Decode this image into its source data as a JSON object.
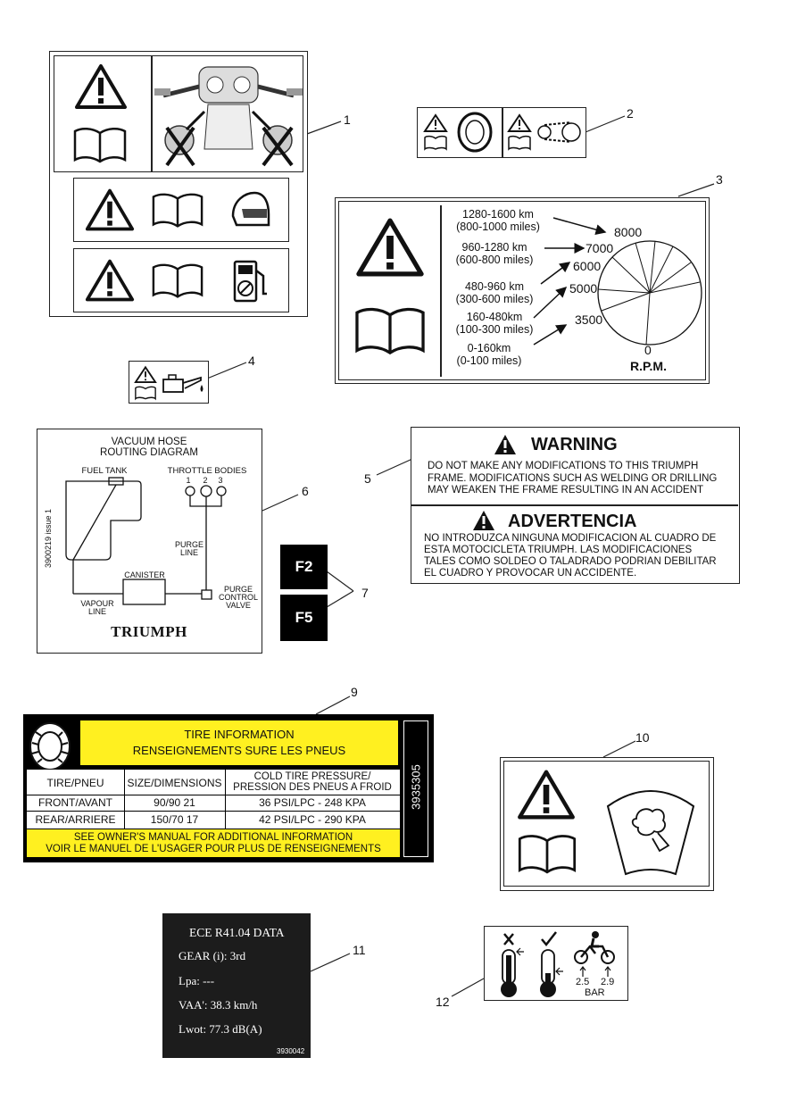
{
  "callouts": [
    "1",
    "2",
    "3",
    "4",
    "5",
    "6",
    "7",
    "9",
    "10",
    "11",
    "12"
  ],
  "rpm_label": {
    "ranges": [
      {
        "km": "1280-1600 km",
        "miles": "(800-1000 miles)",
        "rpm": "8000"
      },
      {
        "km": "960-1280 km",
        "miles": "(600-800 miles)",
        "rpm": "7000"
      },
      {
        "km": "480-960 km",
        "miles": "(300-600 miles)",
        "rpm": "6000"
      },
      {
        "km": "160-480km",
        "miles": "(100-300 miles)",
        "rpm": "5000"
      },
      {
        "km": "0-160km",
        "miles": "(0-100 miles)",
        "rpm": "3500"
      }
    ],
    "zero": "0",
    "unit": "R.P.M."
  },
  "warning_label": {
    "en_title": "WARNING",
    "en_lines": [
      "DO  NOT MAKE ANY MODIFICATIONS TO THIS TRIUMPH",
      "FRAME.  MODIFICATIONS SUCH AS WELDING OR DRILLING",
      "MAY WEAKEN THE FRAME RESULTING IN AN ACCIDENT"
    ],
    "es_title": "ADVERTENCIA",
    "es_lines": [
      "NO INTRODUZCA NINGUNA MODIFICACION AL CUADRO DE",
      "ESTA MOTOCICLETA TRIUMPH.  LAS MODIFICACIONES",
      "TALES COMO SOLDEO O TALADRADO PODRIAN DEBILITAR",
      "EL CUADRO Y PROVOCAR UN ACCIDENTE."
    ]
  },
  "vacuum_label": {
    "title1": "VACUUM HOSE",
    "title2": "ROUTING DIAGRAM",
    "fuel_tank": "FUEL TANK",
    "throttle_bodies": "THROTTLE BODIES",
    "tb_numbers": [
      "1",
      "2",
      "3"
    ],
    "purge_line": [
      "PURGE",
      "LINE"
    ],
    "canister": "CANISTER",
    "purge_valve": [
      "PURGE",
      "CONTROL",
      "VALVE"
    ],
    "vapour_line": [
      "VAPOUR",
      "LINE"
    ],
    "side_code": "3900219 issue 1",
    "brand": "TRIUMPH"
  },
  "fuse_labels": [
    "F2",
    "F5"
  ],
  "tire_label": {
    "header1": "TIRE INFORMATION",
    "header2": "RENSEIGNEMENTS SURE LES PNEUS",
    "col1": "TIRE/PNEU",
    "col2": "SIZE/DIMENSIONS",
    "col3a": "COLD TIRE PRESSURE/",
    "col3b": "PRESSION DES PNEUS A FROID",
    "rows": [
      {
        "tire": "FRONT/AVANT",
        "size": "90/90 21",
        "pressure": "36 PSI/LPC - 248 KPA"
      },
      {
        "tire": "REAR/ARRIERE",
        "size": "150/70 17",
        "pressure": "42 PSI/LPC - 290 KPA"
      }
    ],
    "footer1": "SEE OWNER'S MANUAL FOR ADDITIONAL INFORMATION",
    "footer2": "VOIR LE MANUEL DE L'USAGER POUR PLUS DE RENSEIGNEMENTS",
    "part_no": "3935305"
  },
  "ece_label": {
    "title": "ECE R41.04 DATA",
    "gear": "GEAR (i): 3rd",
    "lpa": "Lpa: ---",
    "vaa": "VAA': 38.3 km/h",
    "lwot": "Lwot: 77.3 dB(A)",
    "part_no": "3930042"
  },
  "pressure_label": {
    "p1": "2.5",
    "p2": "2.9",
    "unit": "BAR"
  }
}
